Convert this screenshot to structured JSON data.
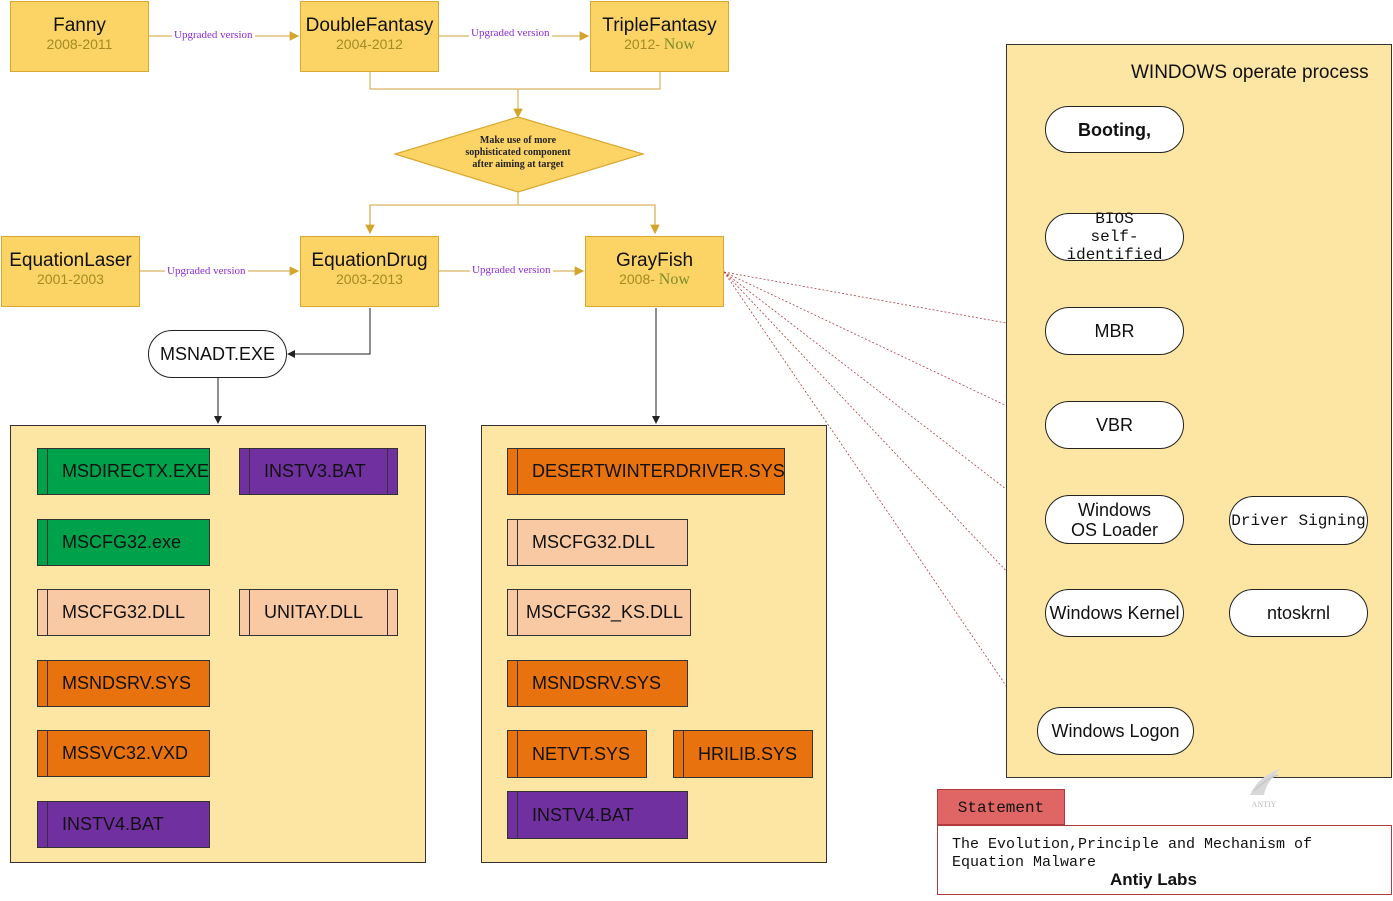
{
  "top_row": [
    {
      "name": "Fanny",
      "years": "2008-2011"
    },
    {
      "name": "DoubleFantasy",
      "years": "2004-2012"
    },
    {
      "name": "TripleFantasy",
      "years": "2012-",
      "years_suffix": "Now"
    }
  ],
  "mid_row": [
    {
      "name": "EquationLaser",
      "years": "2001-2003"
    },
    {
      "name": "EquationDrug",
      "years": "2003-2013"
    },
    {
      "name": "GrayFish",
      "years": "2008-",
      "years_suffix": "Now"
    }
  ],
  "edge_label": "Upgraded version",
  "decision": [
    "Make use of more",
    "sophisticated component",
    "after aiming at target"
  ],
  "msnadt": "MSNADT.EXE",
  "equationdrug_files": [
    "MSDIRECTX.EXE",
    "INSTV3.BAT",
    "MSCFG32.exe",
    "MSCFG32.DLL",
    "UNITAY.DLL",
    "MSNDSRV.SYS",
    "MSSVC32.VXD",
    "INSTV4.BAT"
  ],
  "grayfish_files": [
    "DESERTWINTERDRIVER.SYS",
    "MSCFG32.DLL",
    "MSCFG32_KS.DLL",
    "MSNDSRV.SYS",
    "NETVT.SYS",
    "HRILIB.SYS",
    "INSTV4.BAT"
  ],
  "windows": {
    "title": "WINDOWS operate process",
    "steps": [
      "Booting,",
      "BIOS",
      "self-identified",
      "MBR",
      "VBR",
      "Windows",
      "OS Loader",
      "Windows Kernel",
      "Windows Logon"
    ],
    "driver_signing": "Driver Signing",
    "ntoskrnl": "ntoskrnl"
  },
  "logo_text": "ANTIY",
  "statement": {
    "tab": "Statement",
    "text": "The Evolution,Principle and Mechanism of Equation Malware",
    "org": "Antiy Labs"
  },
  "colors": {
    "gold": "#fcd466",
    "panel": "#fde5a3",
    "green": "#00a14b",
    "purple": "#7030a0",
    "peach": "#f8c9a2",
    "orange": "#e8720d",
    "statement_red": "#e06666"
  }
}
